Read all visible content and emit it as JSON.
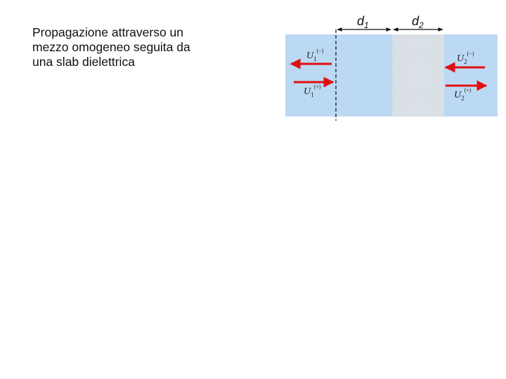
{
  "caption": {
    "lines": [
      "Propagazione attraverso un",
      "mezzo omogeneo seguita da",
      "una slab dielettrica"
    ]
  },
  "diagram": {
    "dim_labels": [
      {
        "base": "d",
        "sub": "1"
      },
      {
        "base": "d",
        "sub": "2"
      }
    ],
    "waves": [
      {
        "base": "U",
        "sub": "1",
        "sup": "(−)",
        "direction": "left"
      },
      {
        "base": "U",
        "sub": "1",
        "sup": "(+)",
        "direction": "right"
      },
      {
        "base": "U",
        "sub": "2",
        "sup": "(−)",
        "direction": "left"
      },
      {
        "base": "U",
        "sub": "2",
        "sup": "(+)",
        "direction": "right"
      }
    ],
    "colors": {
      "medium": "#bcd9f3",
      "slab": "#dde3e8",
      "arrow": "#e01010",
      "text": "#222222"
    }
  }
}
